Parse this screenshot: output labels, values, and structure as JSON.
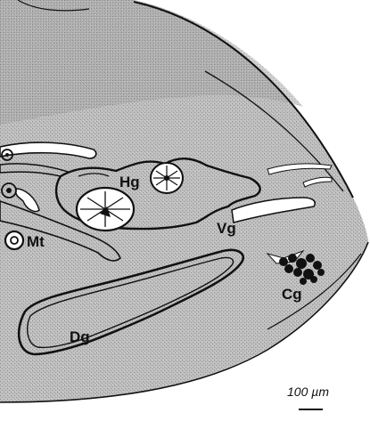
{
  "labels": {
    "hg": "Hg",
    "vg": "Vg",
    "mt": "Mt",
    "cg": "Cg",
    "dg": "Dg"
  },
  "scale_bar": {
    "label": "100 µm"
  },
  "colors": {
    "tissue": "#b9b9b9",
    "outline": "#111111",
    "lumen": "#ffffff",
    "background": "#ffffff"
  }
}
